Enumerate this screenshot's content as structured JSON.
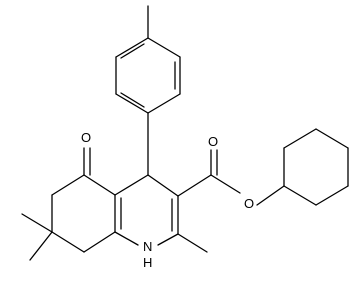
{
  "molecule": {
    "atoms": {
      "oxygen_ketone": "O",
      "oxygen_carbonyl": "O",
      "oxygen_ester": "O",
      "nitrogen": "H\nN"
    },
    "nitrogen_h": "H",
    "nitrogen_n": "N"
  }
}
